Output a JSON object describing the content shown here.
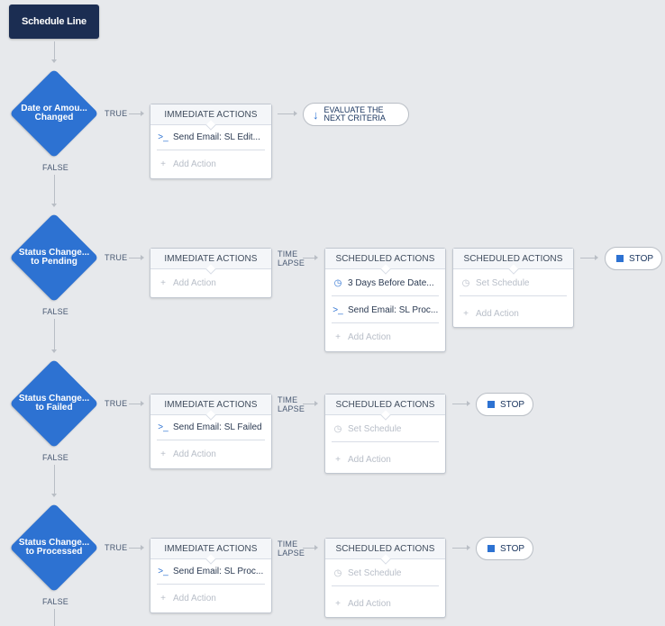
{
  "start": {
    "label": "Schedule Line"
  },
  "labels": {
    "true": "TRUE",
    "false": "FALSE",
    "time_lapse_1": "TIME",
    "time_lapse_2": "LAPSE"
  },
  "criteria": [
    {
      "line1": "Date or Amou...",
      "line2": "Changed"
    },
    {
      "line1": "Status Change...",
      "line2": "to Pending"
    },
    {
      "line1": "Status Change...",
      "line2": "to Failed"
    },
    {
      "line1": "Status Change...",
      "line2": "to Processed"
    }
  ],
  "headers": {
    "immediate": "IMMEDIATE ACTIONS",
    "scheduled": "SCHEDULED ACTIONS"
  },
  "actions": {
    "add_action": "Add Action",
    "set_schedule": "Set Schedule",
    "email_1": "Send Email: SL Edit...",
    "email_2": "Send Email: SL Proc...",
    "email_3": "Send Email: SL Failed",
    "email_4": "Send Email: SL Proc...",
    "schedule_2": "3 Days Before Date..."
  },
  "evaluate": {
    "line1": "EVALUATE THE",
    "line2": "NEXT CRITERIA"
  },
  "stop": {
    "label": "STOP"
  },
  "colors": {
    "primary": "#2d72d2",
    "dark": "#1b2d52",
    "bg": "#e7e9ec"
  }
}
